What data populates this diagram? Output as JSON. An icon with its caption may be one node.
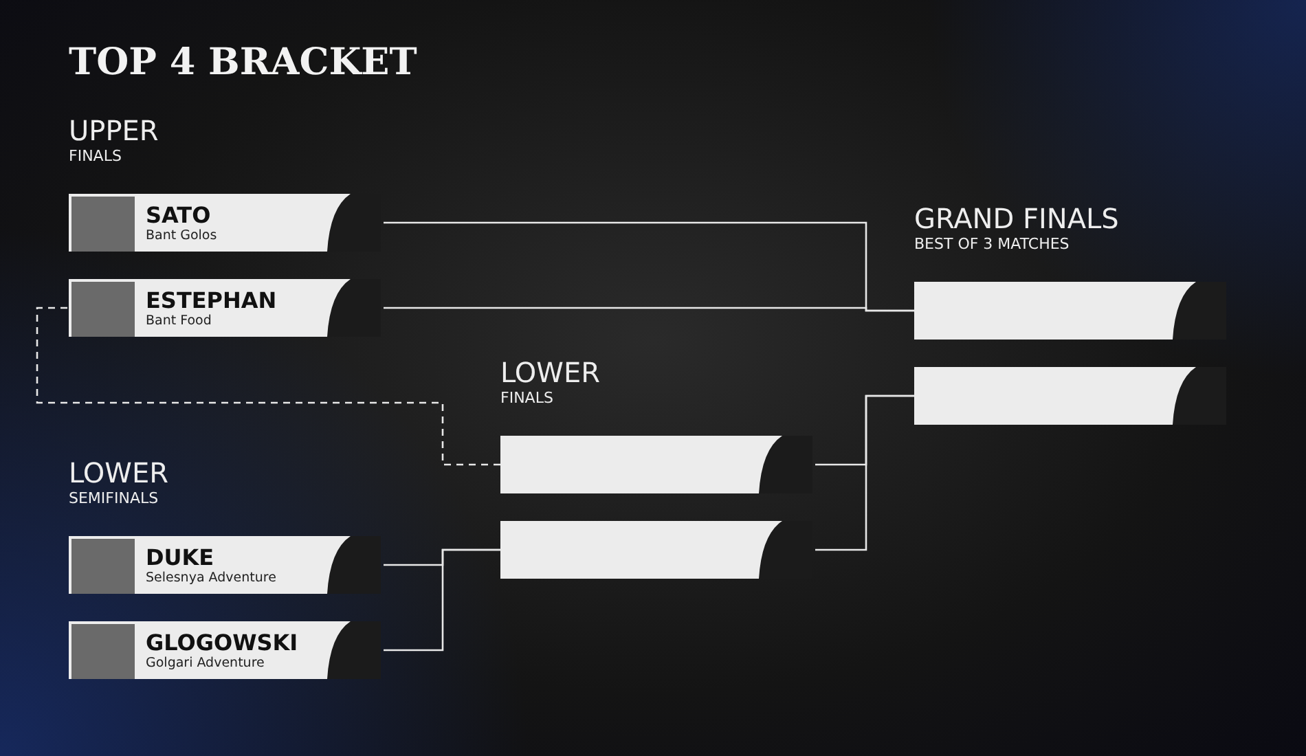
{
  "diagram": {
    "title": "TOP 4 BRACKET",
    "nodes": [
      {
        "text": [
          "SATO",
          "Bant Golos"
        ]
      },
      {
        "text": [
          "ESTEPHAN",
          "Bant Food"
        ]
      },
      {
        "text": [
          "DUKE",
          "Selesnya Adventure"
        ]
      },
      {
        "text": [
          "GLOGOWSKI",
          "Golgari Adventure"
        ]
      },
      {
        "text": [],
        "shape": "bar"
      },
      {
        "text": [],
        "shape": "bar"
      },
      {
        "text": [],
        "shape": "bar"
      },
      {
        "text": [],
        "shape": "bar"
      }
    ],
    "edges": [
      {
        "from": 0,
        "to": 6,
        "arrow": "none"
      },
      {
        "from": 1,
        "to": 6,
        "arrow": "none"
      },
      {
        "from": 4,
        "to": 7,
        "arrow": "none"
      },
      {
        "from": 5,
        "to": 7,
        "arrow": "none"
      },
      {
        "from": 1,
        "to": 4,
        "arrow": "none",
        "style": "dashed"
      },
      {
        "from": 2,
        "to": 5,
        "arrow": "none"
      },
      {
        "from": 3,
        "to": 5,
        "arrow": "none"
      }
    ],
    "labels": [
      "UPPER",
      "FINALS",
      "GRAND FINALS",
      "BEST OF 3 MATCHES",
      "LOWER",
      "FINALS",
      "LOWER",
      "SEMIFINALS"
    ]
  }
}
